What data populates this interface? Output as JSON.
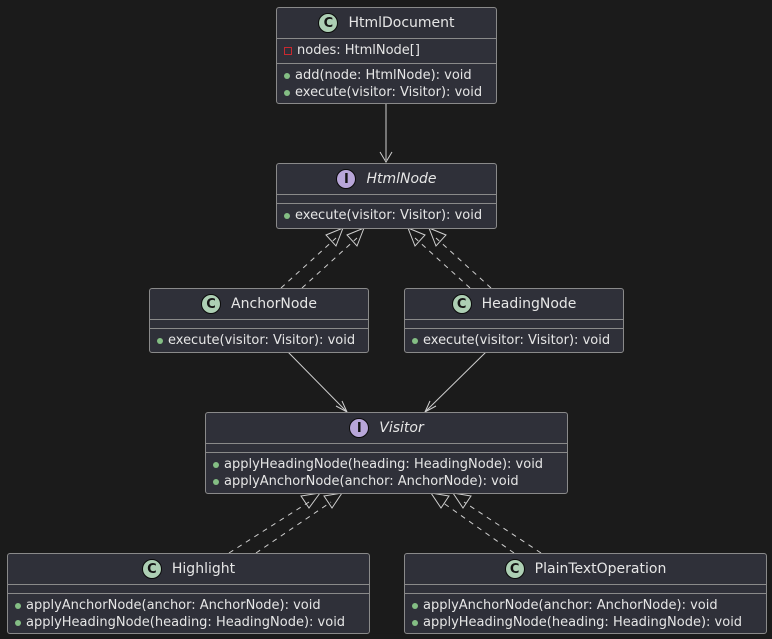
{
  "classes": {
    "htmldocument": {
      "kind": "class",
      "name": "HtmlDocument",
      "fields": [
        {
          "vis": "private",
          "text": "nodes: HtmlNode[]"
        }
      ],
      "methods": [
        {
          "vis": "public",
          "text": "add(node: HtmlNode): void"
        },
        {
          "vis": "public",
          "text": "execute(visitor: Visitor): void"
        }
      ]
    },
    "htmlnode": {
      "kind": "interface",
      "name": "HtmlNode",
      "fields": [],
      "methods": [
        {
          "vis": "public",
          "text": "execute(visitor: Visitor): void"
        }
      ]
    },
    "anchornode": {
      "kind": "class",
      "name": "AnchorNode",
      "fields": [],
      "methods": [
        {
          "vis": "public",
          "text": "execute(visitor: Visitor): void"
        }
      ]
    },
    "headingnode": {
      "kind": "class",
      "name": "HeadingNode",
      "fields": [],
      "methods": [
        {
          "vis": "public",
          "text": "execute(visitor: Visitor): void"
        }
      ]
    },
    "visitor": {
      "kind": "interface",
      "name": "Visitor",
      "fields": [],
      "methods": [
        {
          "vis": "public",
          "text": "applyHeadingNode(heading: HeadingNode): void"
        },
        {
          "vis": "public",
          "text": "applyAnchorNode(anchor: AnchorNode): void"
        }
      ]
    },
    "highlight": {
      "kind": "class",
      "name": "Highlight",
      "fields": [],
      "methods": [
        {
          "vis": "public",
          "text": "applyAnchorNode(anchor: AnchorNode): void"
        },
        {
          "vis": "public",
          "text": "applyHeadingNode(heading: HeadingNode): void"
        }
      ]
    },
    "plaintextoperation": {
      "kind": "class",
      "name": "PlainTextOperation",
      "fields": [],
      "methods": [
        {
          "vis": "public",
          "text": "applyAnchorNode(anchor: AnchorNode): void"
        },
        {
          "vis": "public",
          "text": "applyHeadingNode(heading: HeadingNode): void"
        }
      ]
    }
  },
  "relations": [
    {
      "from": "htmldocument",
      "to": "htmlnode",
      "type": "association"
    },
    {
      "from": "anchornode",
      "to": "htmlnode",
      "type": "realization"
    },
    {
      "from": "headingnode",
      "to": "htmlnode",
      "type": "realization"
    },
    {
      "from": "anchornode",
      "to": "visitor",
      "type": "association"
    },
    {
      "from": "headingnode",
      "to": "visitor",
      "type": "association"
    },
    {
      "from": "highlight",
      "to": "visitor",
      "type": "realization"
    },
    {
      "from": "plaintextoperation",
      "to": "visitor",
      "type": "realization"
    }
  ],
  "colors": {
    "background": "#1b1b1b",
    "box_fill": "#2f3039",
    "box_border": "#8a8a8a",
    "text": "#e6e6e6",
    "edge": "#cfcfcf",
    "class_badge": "#adcfb4",
    "interface_badge": "#b8a6d9",
    "public_marker": "#84be84",
    "private_marker": "#c82930"
  }
}
